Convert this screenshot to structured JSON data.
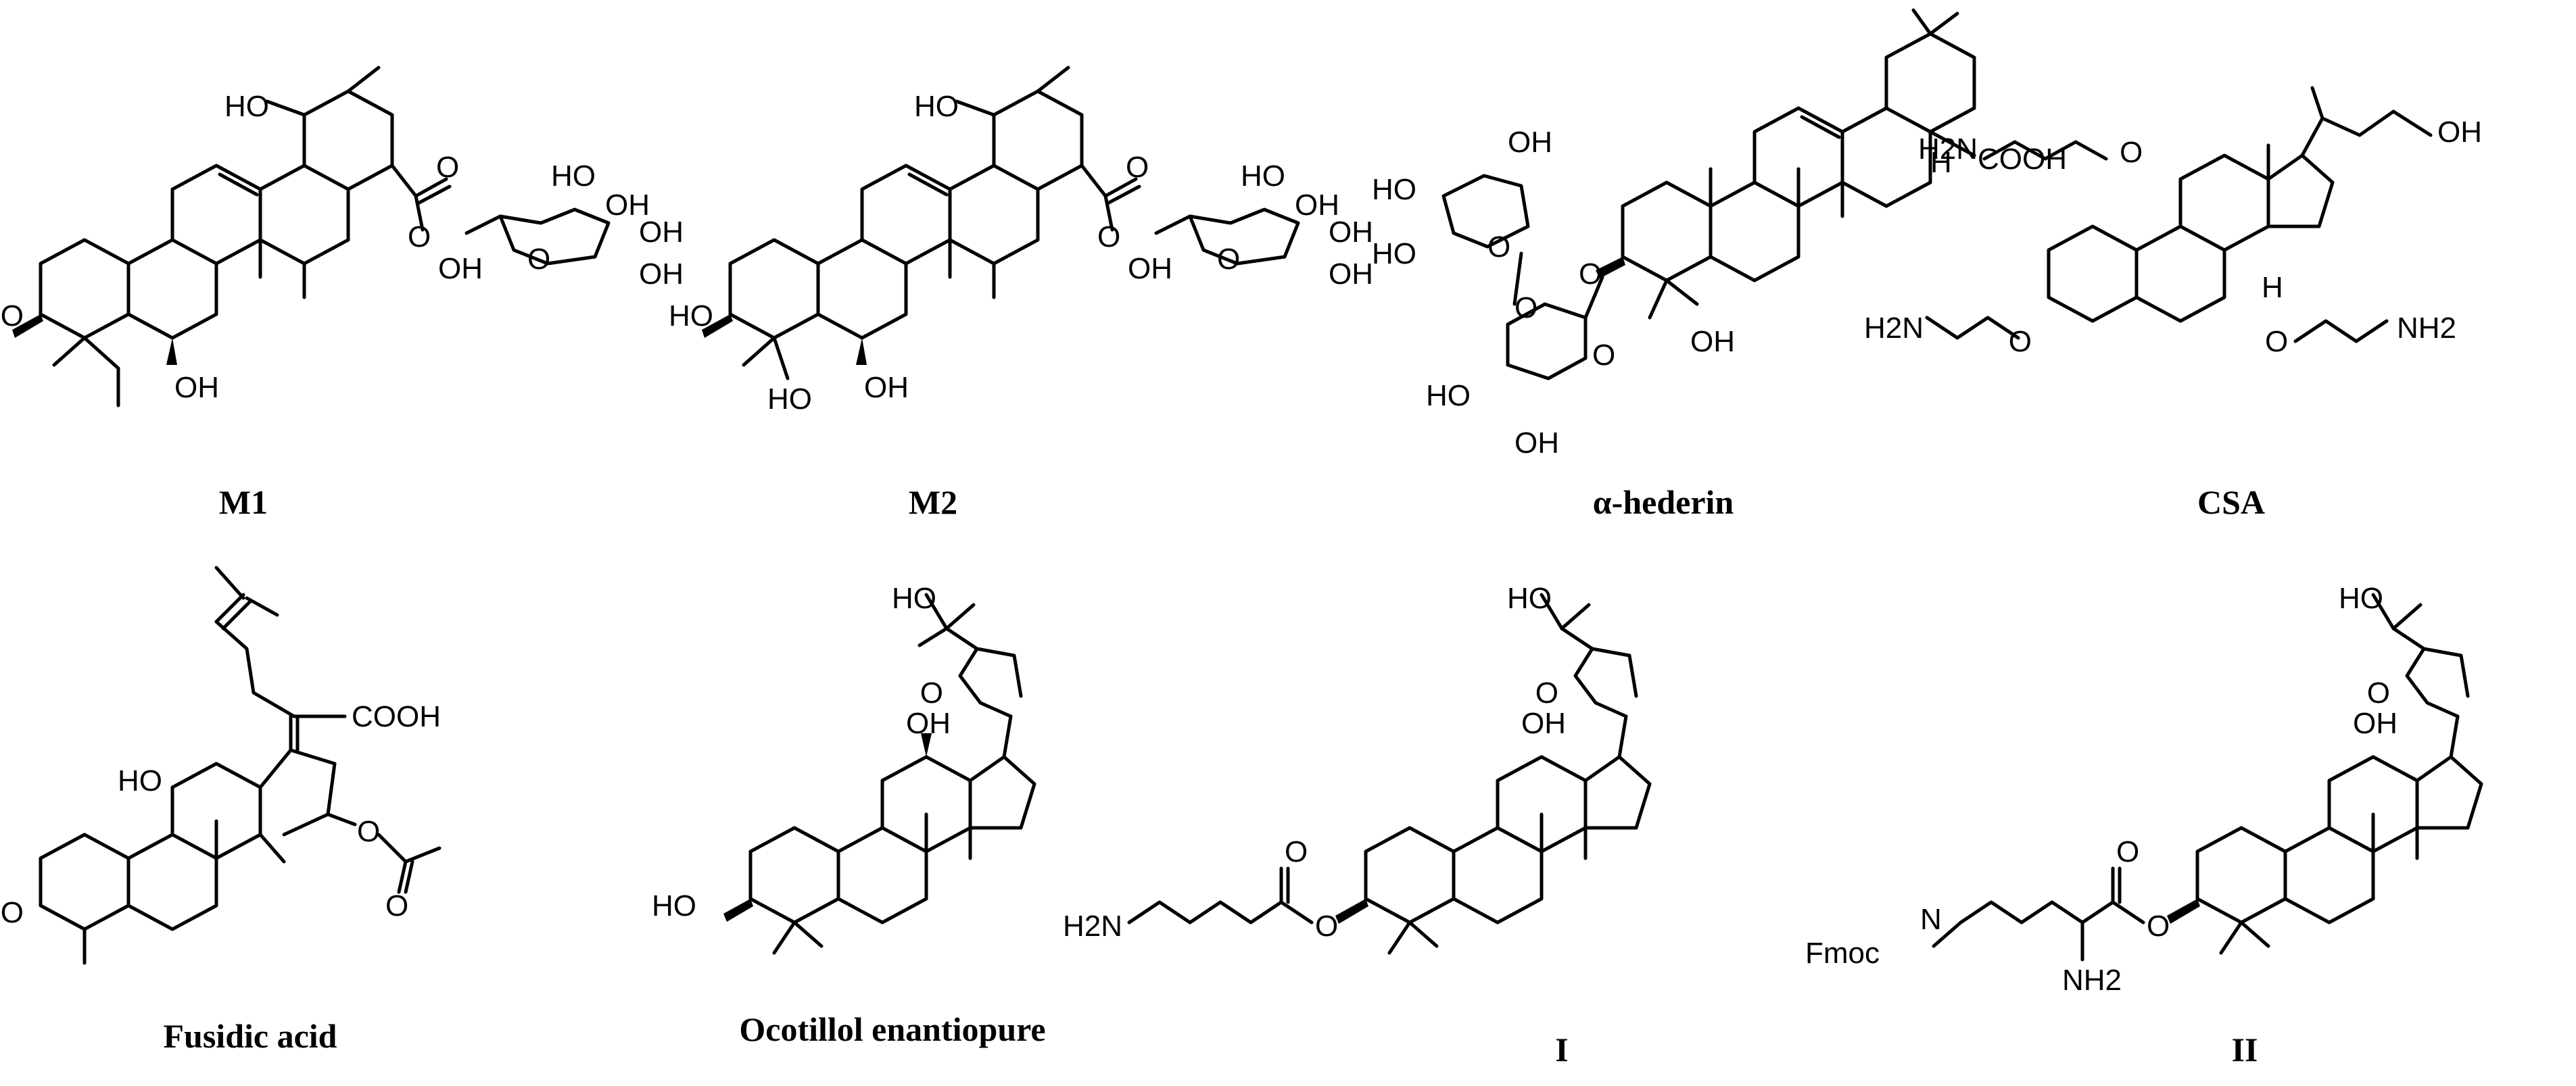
{
  "labels": {
    "m1": "M1",
    "m2": "M2",
    "hederin": "α-hederin",
    "csa": "CSA",
    "fusidic": "Fusidic acid",
    "ocotillol": "Ocotillol enantiopure",
    "compound_i": "I",
    "compound_ii": "II"
  },
  "atoms": {
    "ho": "HO",
    "oh": "OH",
    "o": "O",
    "h": "H",
    "cooh": "COOH",
    "h2n": "H2N",
    "nh2": "NH2",
    "n": "N",
    "fmoc": "Fmoc"
  }
}
